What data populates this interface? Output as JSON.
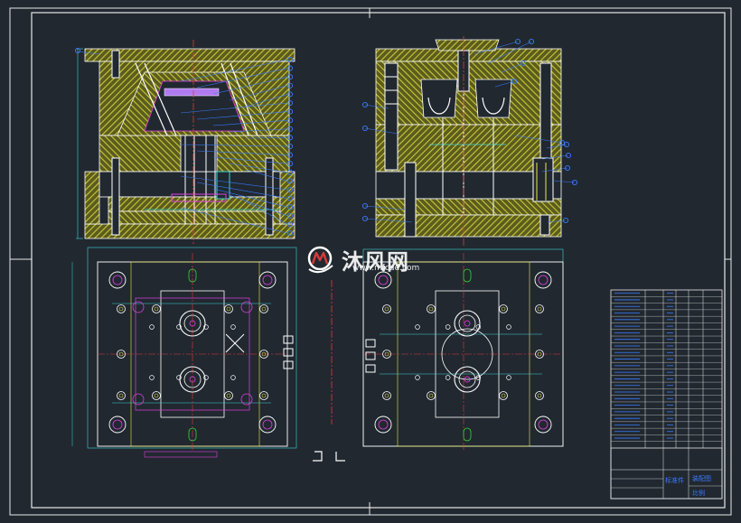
{
  "drawing": {
    "type": "injection mould assembly drawing",
    "background": "#212830",
    "colors": {
      "frame": "#e8e8e8",
      "hatch": "#b8b836",
      "hatch_bg": "#5c5c1e",
      "outline": "#ffffff",
      "leader_blue": "#3a7bff",
      "center_red": "#e23a3a",
      "cyan": "#3fd4d4",
      "magenta": "#e040e0",
      "green": "#3ad43a",
      "yellow": "#e8e84a"
    },
    "views": [
      "front-section-left",
      "front-section-right",
      "plan-moving-half",
      "plan-fixed-half"
    ],
    "left_callout_count": 21,
    "right_callout_count": 14,
    "cavities_per_plan": 2
  },
  "watermark": {
    "text": "沐风网",
    "url": "www.mfcad.com",
    "logo": "mf-logo"
  },
  "title_block": {
    "parts_list_rows": 24,
    "cells": [
      "标准件",
      "装配图",
      "比例"
    ]
  }
}
